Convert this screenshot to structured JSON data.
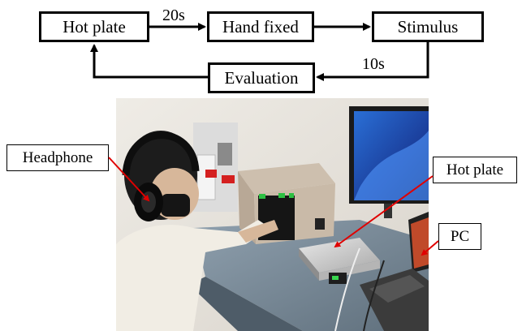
{
  "flow": {
    "hot_plate": "Hot plate",
    "hand_fixed": "Hand fixed",
    "stimulus": "Stimulus",
    "evaluation": "Evaluation",
    "time_20s": "20s",
    "time_10s": "10s"
  },
  "callouts": {
    "headphone": "Headphone",
    "hot_plate": "Hot plate",
    "pc": "PC"
  },
  "colors": {
    "arrow": "#000000",
    "pointer": "#e00000",
    "box_border": "#000000"
  }
}
